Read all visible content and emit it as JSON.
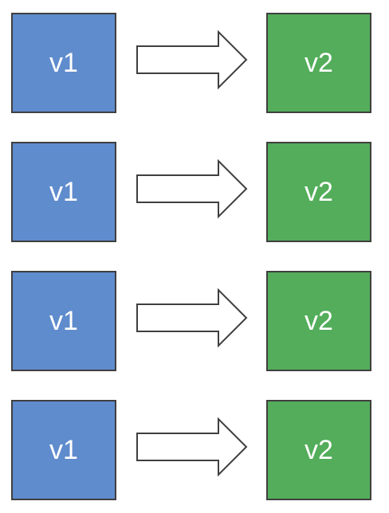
{
  "diagram": {
    "rows": [
      {
        "from": "v1",
        "to": "v2"
      },
      {
        "from": "v1",
        "to": "v2"
      },
      {
        "from": "v1",
        "to": "v2"
      },
      {
        "from": "v1",
        "to": "v2"
      }
    ],
    "colors": {
      "v1": "#5f8ccc",
      "v2": "#53ad5a",
      "stroke": "#3f3f3f",
      "arrow_fill": "#ffffff",
      "text": "#ffffff"
    }
  }
}
